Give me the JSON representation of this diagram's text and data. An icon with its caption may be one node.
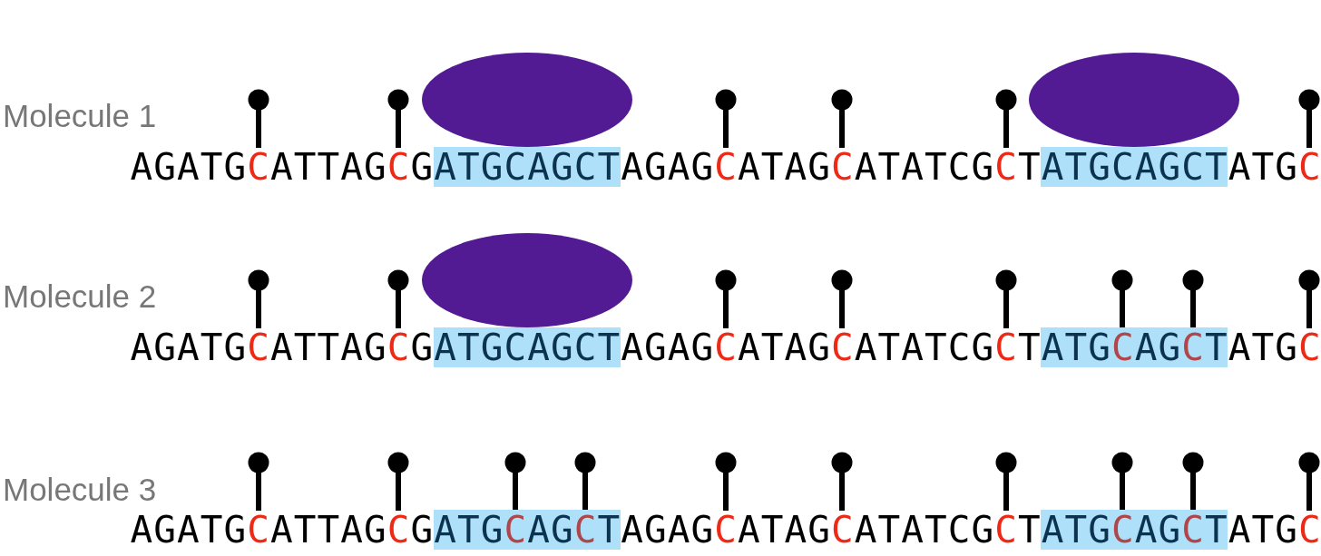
{
  "diagram": {
    "nodes": [
      {
        "text": [],
        "shape": "ellipse"
      },
      {
        "text": [],
        "shape": "ellipse"
      },
      {
        "text": [],
        "shape": "ellipse"
      }
    ],
    "labels": [
      "Molecule 1",
      "AGATGCATTAGCGATGCAGCTAGAGCATAGCATATCGCTATGCAGCTATGC",
      "Molecule 2",
      "AGATGCATTAGCGATGCAGCTAGAGCATAGCATATCGCTATGCAGCTATGC",
      "Molecule 3",
      "AGATGCATTAGCGATGCAGCTAGAGCATAGCATATCGCTATGCAGCTATGC"
    ]
  }
}
